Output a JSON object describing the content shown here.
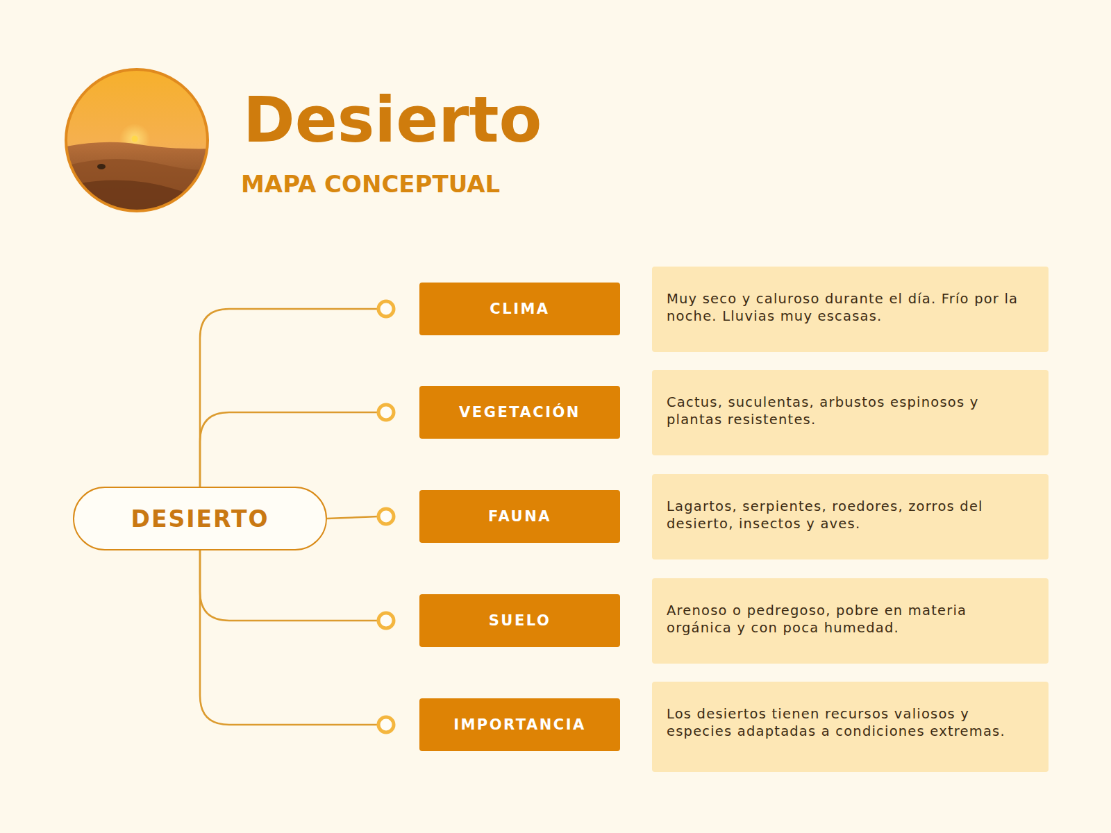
{
  "diagram": {
    "title": "Desierto",
    "nodes": [
      {
        "text": [
          "DESIERTO"
        ]
      },
      {
        "text": [
          "CLIMA"
        ]
      },
      {
        "text": [
          "Muy seco y caluroso durante el día. Frío por la noche. Lluvias muy escasas."
        ]
      },
      {
        "text": [
          "VEGETACIÓN"
        ]
      },
      {
        "text": [
          "Cactus, suculentas, arbustos espinosos y plantas resistentes."
        ]
      },
      {
        "text": [
          "FAUNA"
        ]
      },
      {
        "text": [
          "Lagartos, serpientes, roedores, zorros del desierto, insectos y aves."
        ]
      },
      {
        "text": [
          "SUELO"
        ]
      },
      {
        "text": [
          "Arenoso o pedregoso, pobre en materia orgánica y con poca humedad."
        ]
      },
      {
        "text": [
          "IMPORTANCIA"
        ]
      },
      {
        "text": [
          "Los desiertos tienen recursos valiosos y especies adaptadas a condiciones extremas."
        ]
      }
    ],
    "edges": [
      {
        "from": 0,
        "to": 1,
        "arrow": "none"
      },
      {
        "from": 0,
        "to": 3,
        "arrow": "none"
      },
      {
        "from": 0,
        "to": 5,
        "arrow": "none"
      },
      {
        "from": 0,
        "to": 7,
        "arrow": "none"
      },
      {
        "from": 0,
        "to": 9,
        "arrow": "none"
      }
    ],
    "labels": [
      "MAPA CONCEPTUAL"
    ]
  }
}
